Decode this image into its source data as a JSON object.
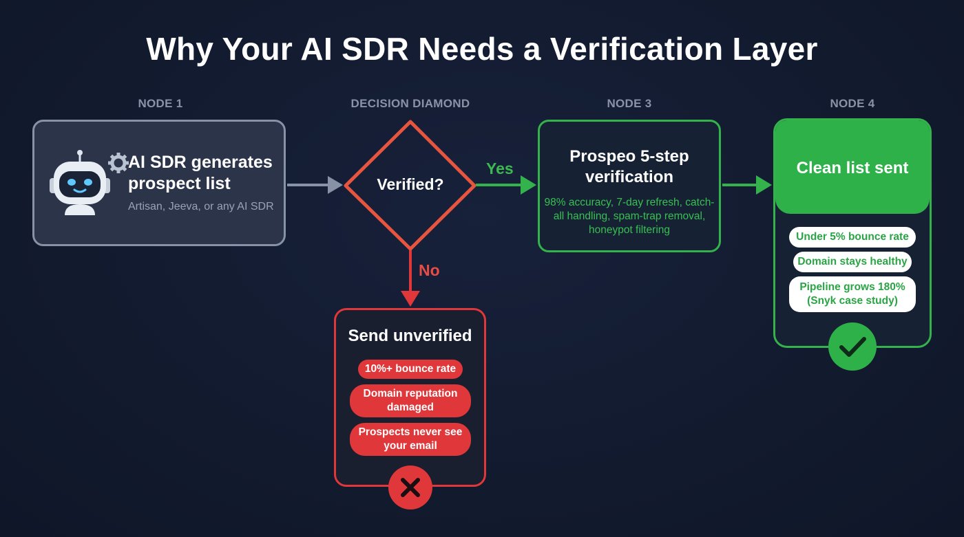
{
  "title": "Why Your AI SDR Needs a Verification Layer",
  "columns": {
    "node1": "NODE 1",
    "decision": "DECISION DIAMOND",
    "node3": "NODE 3",
    "node4": "NODE 4"
  },
  "node1": {
    "title": "AI SDR generates prospect list",
    "subtitle": "Artisan, Jeeva, or any AI SDR",
    "icon": "robot-icon"
  },
  "decision": {
    "label": "Verified?",
    "yes": "Yes",
    "no": "No"
  },
  "node3": {
    "title": "Prospeo 5-step verification",
    "description": "98% accuracy, 7-day refresh, catch-all handling, spam-trap removal, honeypot filtering"
  },
  "node4": {
    "title": "Clean list sent",
    "outcomes": [
      "Under 5% bounce rate",
      "Domain stays healthy",
      "Pipeline grows 180% (Snyk case study)"
    ],
    "icon": "checkmark-icon"
  },
  "fail_node": {
    "title": "Send unverified",
    "outcomes": [
      "10%+ bounce rate",
      "Domain reputation damaged",
      "Prospects never see your email"
    ],
    "icon": "x-icon"
  },
  "colors": {
    "background": "#141c30",
    "neutral": "#8792a6",
    "success": "#2fb14a",
    "danger": "#e0373a",
    "diamond": "#e8553f"
  }
}
